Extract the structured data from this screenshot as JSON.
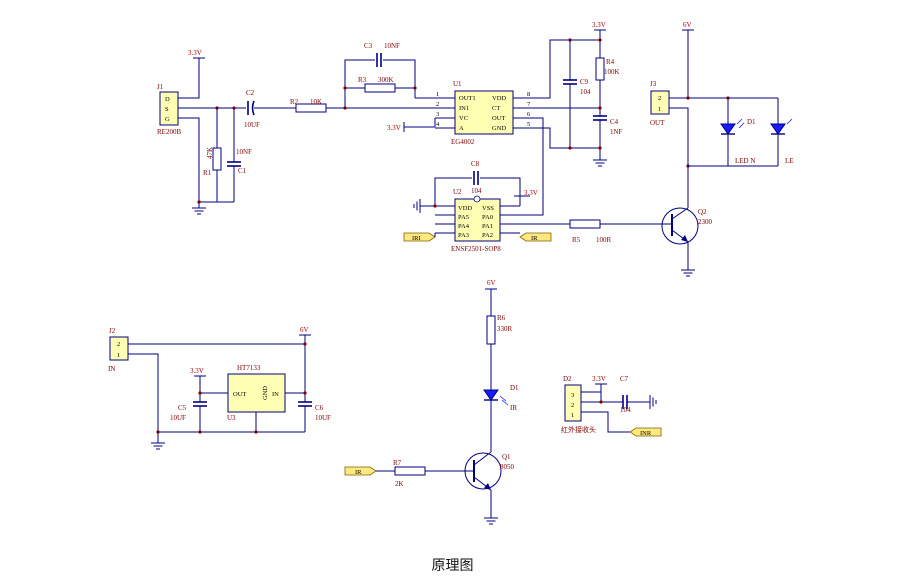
{
  "caption": "原理图",
  "components": {
    "J1": {
      "ref": "J1",
      "value": "RE200B",
      "pins": [
        "D",
        "S",
        "G"
      ]
    },
    "J2": {
      "ref": "J2",
      "value": "IN",
      "pins": [
        "2",
        "1"
      ]
    },
    "J3": {
      "ref": "J3",
      "value": "OUT",
      "pins": [
        "2",
        "1"
      ]
    },
    "D2": {
      "ref": "D2",
      "value": "红外接收头",
      "pins": [
        "3",
        "2",
        "1"
      ]
    },
    "R1": {
      "ref": "R1",
      "value": "47K"
    },
    "R2": {
      "ref": "R2",
      "value": "10K"
    },
    "R3": {
      "ref": "R3",
      "value": "300K"
    },
    "R4": {
      "ref": "R4",
      "value": "100K"
    },
    "R5": {
      "ref": "R5",
      "value": "100R"
    },
    "R6": {
      "ref": "R6",
      "value": "330R"
    },
    "R7": {
      "ref": "R7",
      "value": "2K"
    },
    "C1": {
      "ref": "C1",
      "value": "10NF"
    },
    "C2": {
      "ref": "C2",
      "value": "10UF"
    },
    "C3": {
      "ref": "C3",
      "value": "10NF"
    },
    "C4": {
      "ref": "C4",
      "value": "1NF"
    },
    "C5": {
      "ref": "C5",
      "value": "10UF"
    },
    "C6": {
      "ref": "C6",
      "value": "10UF"
    },
    "C7": {
      "ref": "C7",
      "value": "104"
    },
    "C8": {
      "ref": "C8",
      "value": "104"
    },
    "C9": {
      "ref": "C9",
      "value": "104"
    },
    "U1": {
      "ref": "U1",
      "value": "EG4002",
      "left_pins": [
        "OUT1",
        "IN1",
        "VC",
        "A"
      ],
      "right_pins": [
        "VDD",
        "CT",
        "OUT",
        "GND"
      ],
      "left_nums": [
        "1",
        "2",
        "3",
        "4"
      ],
      "right_nums": [
        "8",
        "7",
        "6",
        "5"
      ]
    },
    "U2": {
      "ref": "U2",
      "value": "ENSF2501-SOP8",
      "left_pins": [
        "VDD",
        "PA5",
        "PA4",
        "PA3"
      ],
      "right_pins": [
        "VSS",
        "PA0",
        "PA1",
        "PA2"
      ]
    },
    "U3": {
      "ref": "U3",
      "value": "HT7133",
      "pins": [
        "OUT",
        "GND",
        "IN"
      ]
    },
    "Q1": {
      "ref": "Q1",
      "value": "8050"
    },
    "Q2": {
      "ref": "Q2",
      "value": "2300"
    },
    "D1_ir": {
      "ref": "D1",
      "value": "IR"
    },
    "D1_led": {
      "ref": "D1",
      "value": "LED N"
    },
    "led2": {
      "value": "LE"
    }
  },
  "power": {
    "v33": "3.3V",
    "v6": "6V"
  },
  "net_flags": {
    "iri": "IRI",
    "ir": "IR",
    "inr": "INR"
  }
}
